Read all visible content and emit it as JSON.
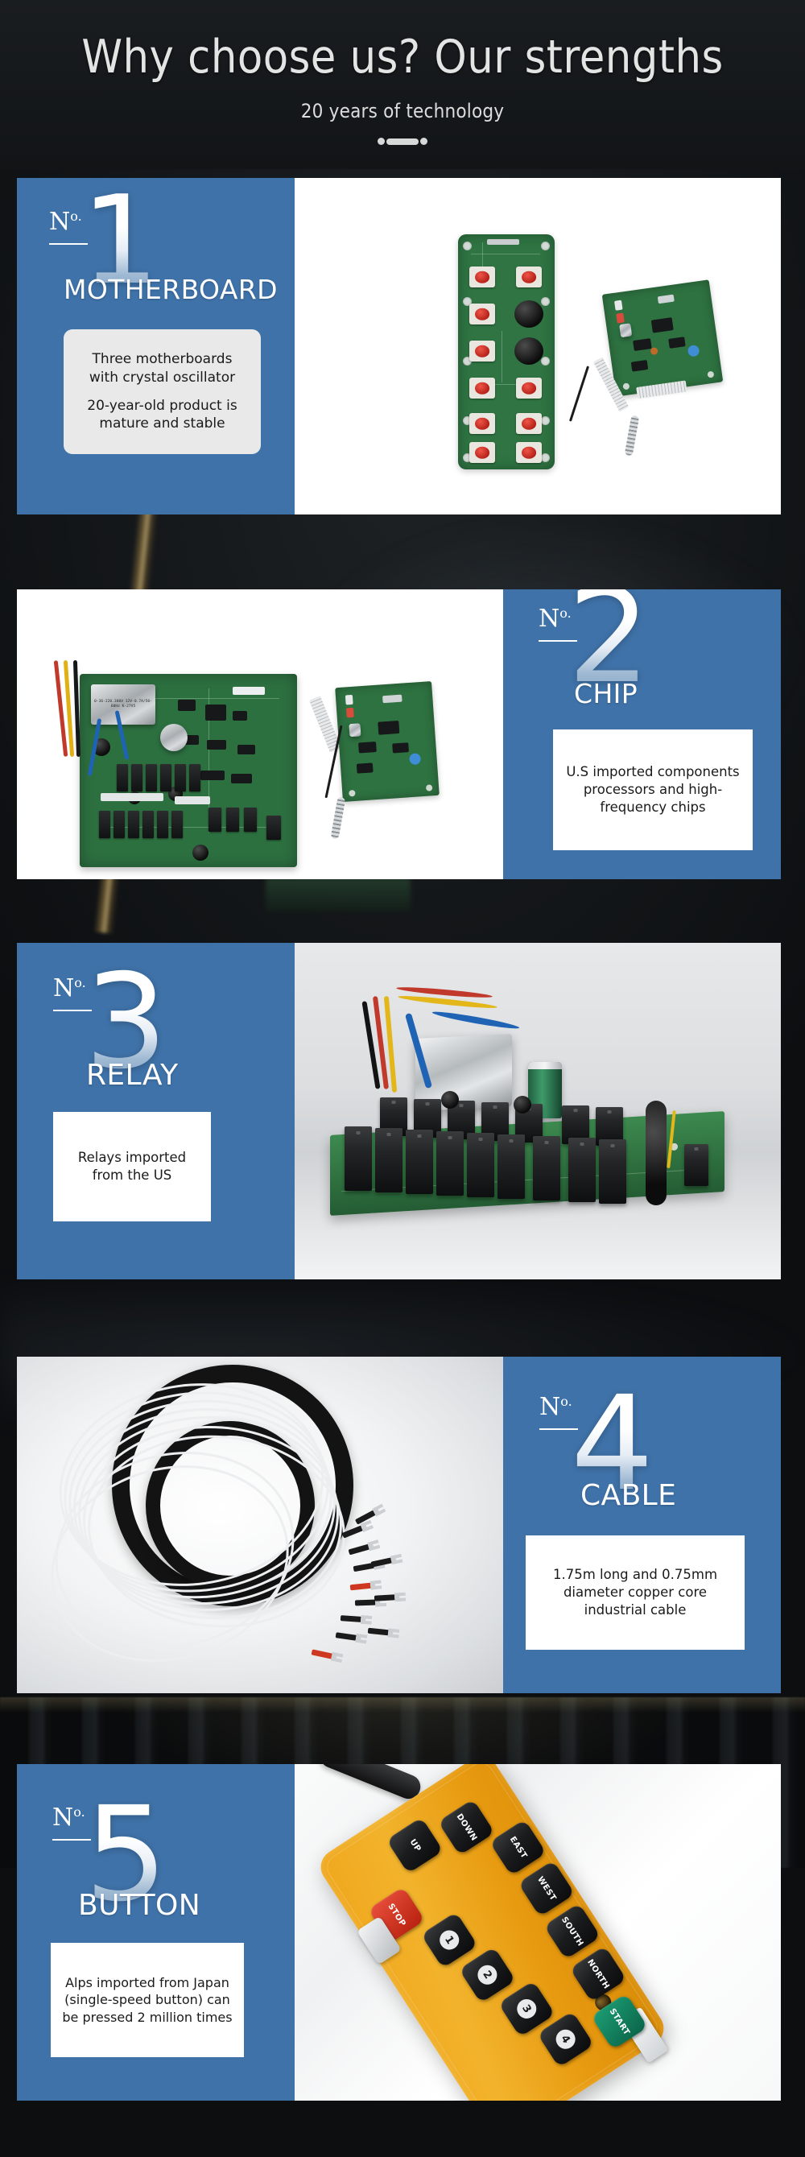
{
  "header": {
    "title": "Why choose us? Our strengths",
    "subtitle": "20 years of technology",
    "ornament": "dot-bar-dot-divider"
  },
  "theme": {
    "accent_blue": "#3f72a8",
    "background_dark": "#131618",
    "panel_white": "#ffffff",
    "textbox_gray": "#e9e9e9",
    "text_light": "#e3e4e4",
    "text_dark": "#1a1a1a"
  },
  "sections": [
    {
      "index": "1",
      "no_label": "Nº.",
      "number": "1",
      "category": "MOTHERBOARD",
      "box_style": "gray-rounded",
      "description_lines": [
        "Three motherboards\nwith crystal oscillator",
        "20-year-old product is\nmature and stable"
      ],
      "description_p1": "Three motherboards with crystal oscillator",
      "description_p2": "20-year-old product is mature and stable",
      "image_alt": "green keypad PCB with red push buttons and a receiver board with wires",
      "image_side": "right"
    },
    {
      "index": "2",
      "no_label": "Nº.",
      "number": "2",
      "category": "CHIP",
      "box_style": "white-square",
      "description_p1": "U.S imported components processors and high-frequency chips",
      "image_alt": "main controller PCB with transformer, relays and a receiver board with spring antenna",
      "image_side": "left",
      "transformer_label": "0-36-220.380V 12V-0.7A/50-60Hz K-27V5"
    },
    {
      "index": "3",
      "no_label": "Nº.",
      "number": "3",
      "category": "RELAY",
      "box_style": "white-square",
      "description_p1": "Relays imported from the US",
      "image_alt": "close-up of green circuit board with a row of black relays, silver transformer and colored wires",
      "image_side": "right"
    },
    {
      "index": "4",
      "no_label": "Nº.",
      "number": "4",
      "category": "CABLE",
      "box_style": "white-square",
      "description_p1": "1.75m long and 0.75mm diameter copper core industrial cable",
      "image_alt": "coiled black cable bundle with white wires and fork terminals",
      "image_side": "left"
    },
    {
      "index": "5",
      "no_label": "Nº.",
      "number": "5",
      "category": "BUTTON",
      "box_style": "white-square",
      "description_p1": "Alps imported from Japan (single-speed button) can be pressed 2 million times",
      "image_alt": "yellow industrial radio remote control pendant with labeled push buttons",
      "image_side": "right",
      "remote_keys": [
        "UP",
        "DOWN",
        "EAST",
        "WEST",
        "SOUTH",
        "NORTH",
        "STOP",
        "START",
        "1",
        "2",
        "3",
        "4"
      ]
    }
  ]
}
